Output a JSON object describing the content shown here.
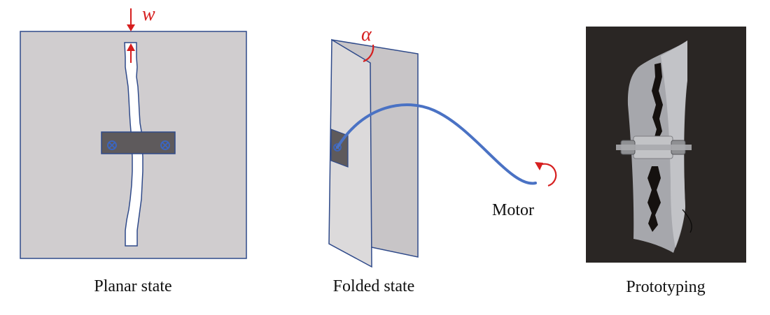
{
  "labels": {
    "width_symbol": "w",
    "angle_symbol": "α",
    "motor": "Motor"
  },
  "captions": {
    "planar": "Planar state",
    "folded": "Folded state",
    "prototype": "Prototyping"
  },
  "colors": {
    "sheet_fill": "#d0cdcf",
    "sheet_stroke": "#2f4a8a",
    "clamp_fill": "#5e5a5c",
    "screw": "#3a66c4",
    "cable": "#4a72c4",
    "annotation_red": "#d61f1f",
    "photo_bg": "#2a2624"
  },
  "icons": {
    "width_arrow": "arrow-pair-icon",
    "screw": "screw-icon",
    "rotation": "rotation-arrow-icon"
  }
}
